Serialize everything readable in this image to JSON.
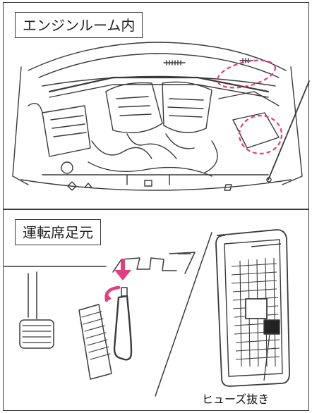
{
  "sections": {
    "engine": {
      "label": "エンジンルーム内"
    },
    "driver": {
      "label": "運転席足元"
    }
  },
  "callout": {
    "label": "ヒューズ抜き"
  },
  "colors": {
    "highlight": "#e0407f",
    "line": "#3a3a3a"
  },
  "icons": [
    "engine-bay-illustration",
    "pedal-area-illustration",
    "fuse-box-illustration",
    "down-arrow-icon",
    "rotate-arrow-icon"
  ]
}
